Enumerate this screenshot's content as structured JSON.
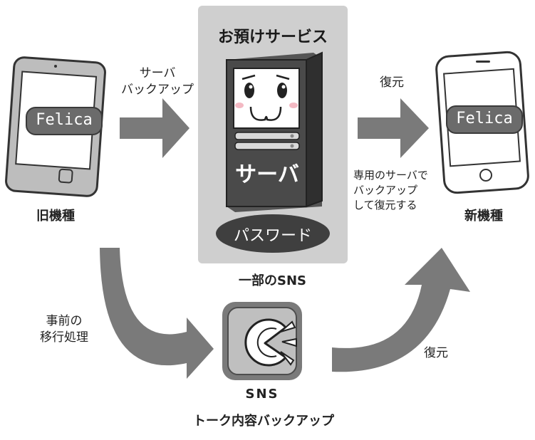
{
  "service_box": {
    "title": "お預けサービス",
    "server_label": "サーバ",
    "password_label": "パスワード",
    "caption": "一部のSNS"
  },
  "old_device": {
    "chip_label": "Felica",
    "caption": "旧機種"
  },
  "new_device": {
    "chip_label": "Felica",
    "caption": "新機種"
  },
  "arrows": {
    "server_backup_line1": "サーバ",
    "server_backup_line2": "バックアップ",
    "restore_top": "復元",
    "restore_bottom": "復元",
    "dedicated_line1": "専用のサーバで",
    "dedicated_line2": "バックアップ",
    "dedicated_line3": "して復元する",
    "premigration_line1": "事前の",
    "premigration_line2": "移行処理"
  },
  "sns_app": {
    "label": "SNS",
    "caption": "トーク内容バックアップ"
  },
  "colors": {
    "box": "#cfcfcf",
    "arrow": "#7a7a7a",
    "dark": "#3f3f3f"
  }
}
